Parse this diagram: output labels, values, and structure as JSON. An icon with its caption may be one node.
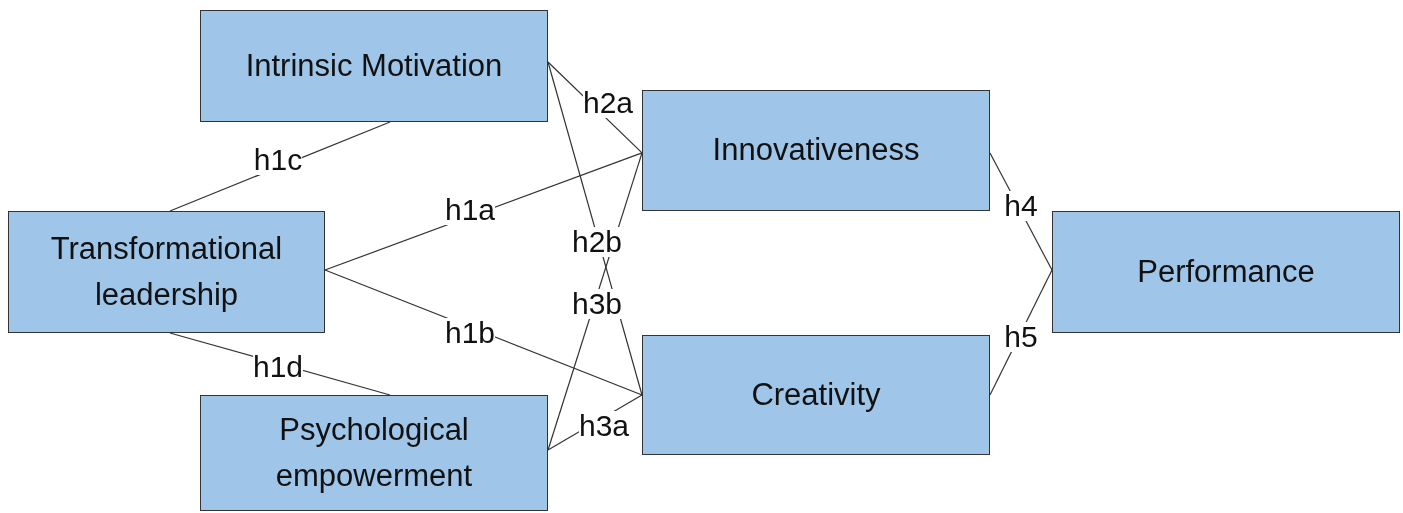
{
  "diagram": {
    "nodes": [
      {
        "text": [
          "Intrinsic Motivation"
        ]
      },
      {
        "text": [
          "Transformational leadership"
        ]
      },
      {
        "text": [
          "Psychological empowerment"
        ]
      },
      {
        "text": [
          "Innovativeness"
        ]
      },
      {
        "text": [
          "Creativity"
        ]
      },
      {
        "text": [
          "Performance"
        ]
      }
    ],
    "edges": [
      {
        "from": 1,
        "to": 0,
        "arrow": "none",
        "label": "h1c"
      },
      {
        "from": 1,
        "to": 3,
        "arrow": "none",
        "label": "h1a"
      },
      {
        "from": 1,
        "to": 4,
        "arrow": "none",
        "label": "h1b"
      },
      {
        "from": 1,
        "to": 2,
        "arrow": "none",
        "label": "h1d"
      },
      {
        "from": 0,
        "to": 3,
        "arrow": "none",
        "label": "h2a"
      },
      {
        "from": 0,
        "to": 4,
        "arrow": "none",
        "label": "h2b"
      },
      {
        "from": 2,
        "to": 3,
        "arrow": "none",
        "label": "h3b"
      },
      {
        "from": 2,
        "to": 4,
        "arrow": "none",
        "label": "h3a"
      },
      {
        "from": 3,
        "to": 5,
        "arrow": "none",
        "label": "h4"
      },
      {
        "from": 4,
        "to": 5,
        "arrow": "none",
        "label": "h5"
      }
    ]
  }
}
